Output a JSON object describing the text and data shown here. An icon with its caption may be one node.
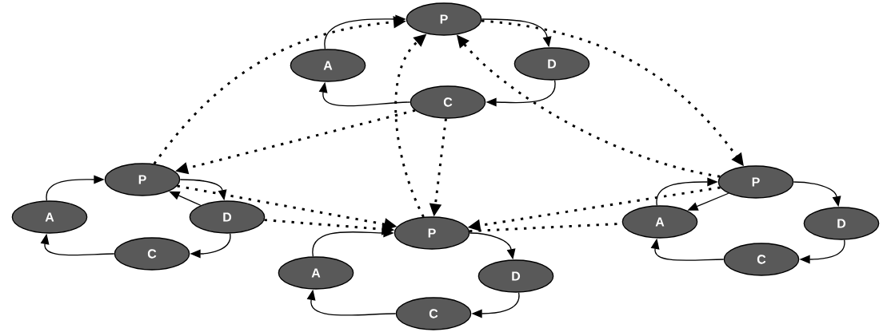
{
  "diagram": {
    "nodes": [
      {
        "text": [
          "P"
        ]
      },
      {
        "text": [
          "A"
        ]
      },
      {
        "text": [
          "D"
        ]
      },
      {
        "text": [
          "C"
        ]
      },
      {
        "text": [
          "P"
        ]
      },
      {
        "text": [
          "A"
        ]
      },
      {
        "text": [
          "D"
        ]
      },
      {
        "text": [
          "C"
        ]
      },
      {
        "text": [
          "P"
        ]
      },
      {
        "text": [
          "A"
        ]
      },
      {
        "text": [
          "D"
        ]
      },
      {
        "text": [
          "C"
        ]
      },
      {
        "text": [
          "P"
        ]
      },
      {
        "text": [
          "A"
        ]
      },
      {
        "text": [
          "D"
        ]
      },
      {
        "text": [
          "C"
        ]
      }
    ],
    "edges": [
      {
        "from": 0,
        "to": 2,
        "arrow": "to"
      },
      {
        "from": 2,
        "to": 3,
        "arrow": "to"
      },
      {
        "from": 3,
        "to": 1,
        "arrow": "to"
      },
      {
        "from": 1,
        "to": 0,
        "arrow": "to"
      },
      {
        "from": 4,
        "to": 6,
        "arrow": "to"
      },
      {
        "from": 6,
        "to": 7,
        "arrow": "to"
      },
      {
        "from": 7,
        "to": 5,
        "arrow": "to"
      },
      {
        "from": 5,
        "to": 4,
        "arrow": "to"
      },
      {
        "from": 8,
        "to": 10,
        "arrow": "to"
      },
      {
        "from": 10,
        "to": 11,
        "arrow": "to"
      },
      {
        "from": 11,
        "to": 9,
        "arrow": "to"
      },
      {
        "from": 9,
        "to": 8,
        "arrow": "to"
      },
      {
        "from": 12,
        "to": 14,
        "arrow": "to"
      },
      {
        "from": 14,
        "to": 15,
        "arrow": "to"
      },
      {
        "from": 15,
        "to": 13,
        "arrow": "to"
      },
      {
        "from": 13,
        "to": 12,
        "arrow": "to"
      },
      {
        "from": 4,
        "to": 0,
        "arrow": "to",
        "style": "dashed"
      },
      {
        "from": 0,
        "to": 12,
        "arrow": "to",
        "style": "dashed"
      },
      {
        "from": 3,
        "to": 4,
        "arrow": "to",
        "style": "dashed"
      },
      {
        "from": 3,
        "to": 8,
        "arrow": "to",
        "style": "dashed"
      },
      {
        "from": 4,
        "to": 8,
        "arrow": "to",
        "style": "dashed"
      },
      {
        "from": 12,
        "to": 8,
        "arrow": "to",
        "style": "dashed"
      },
      {
        "from": 8,
        "to": 0,
        "arrow": "to",
        "style": "dashed"
      },
      {
        "from": 12,
        "to": 0,
        "arrow": "to",
        "style": "dashed"
      },
      {
        "from": 6,
        "to": 8,
        "arrow": "to",
        "style": "dashed"
      },
      {
        "from": 8,
        "to": 13,
        "arrow": "none",
        "style": "dashed"
      },
      {
        "from": 6,
        "to": 4,
        "arrow": "to"
      },
      {
        "from": 12,
        "to": 13,
        "arrow": "to"
      }
    ]
  }
}
